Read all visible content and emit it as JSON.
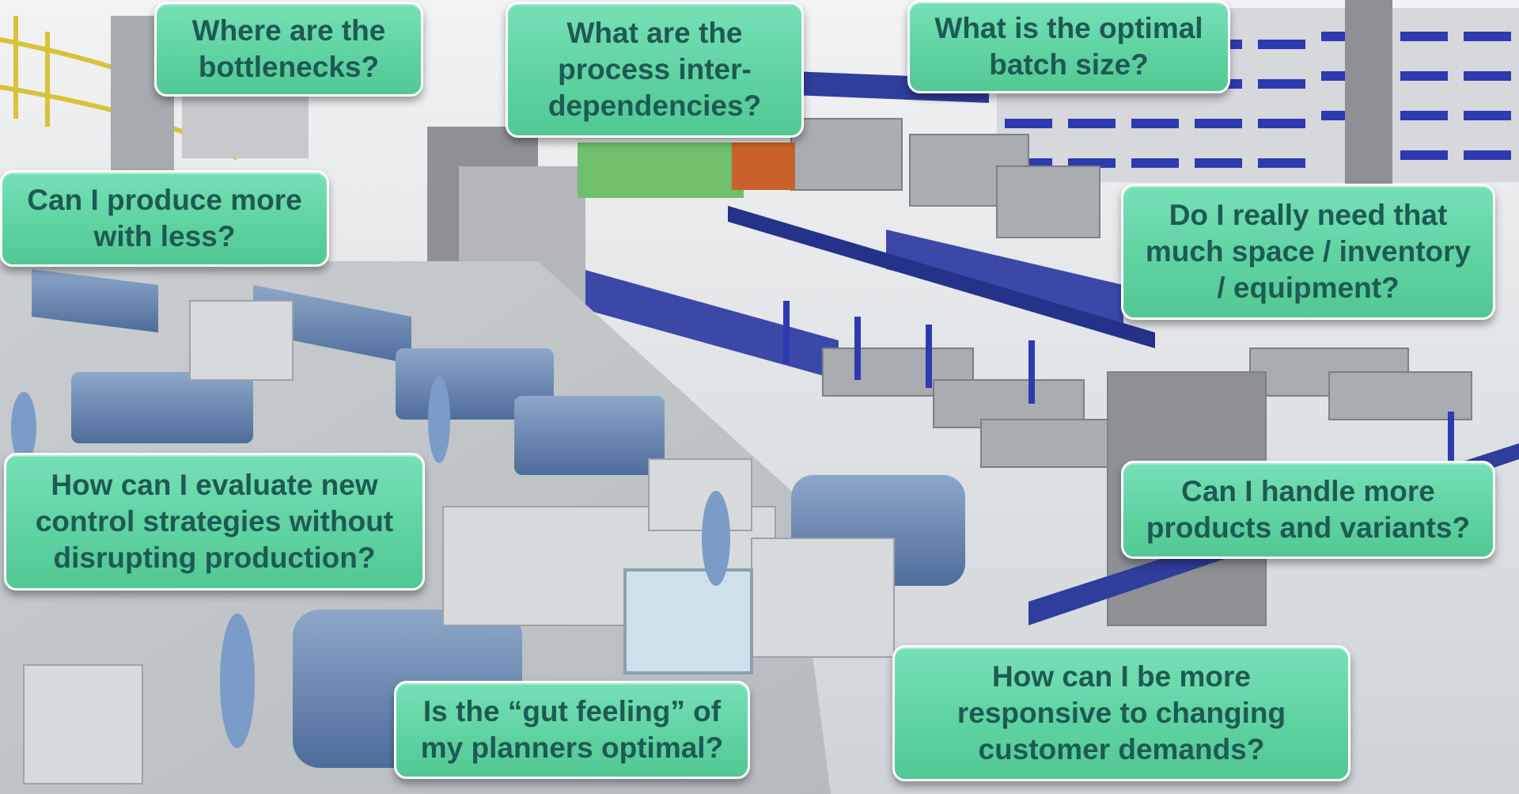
{
  "questions": {
    "bottlenecks": "Where are the\nbottlenecks?",
    "interdependencies": "What are the\nprocess inter-\ndependencies?",
    "batch_size": "What is the optimal\nbatch size?",
    "produce_more": "Can I produce more\nwith less?",
    "space_inventory": "Do I really need that\nmuch space / inventory\n/ equipment?",
    "control_strategies": "How can I evaluate new\ncontrol strategies without\ndisrupting production?",
    "products_variants": "Can I handle more\nproducts and variants?",
    "responsive": "How can I be more\nresponsive to changing\ncustomer demands?",
    "gut_feeling": "Is the “gut feeling” of\nmy planners optimal?"
  },
  "colors": {
    "bubble_fill": "#5fd3a2",
    "bubble_text": "#1e5a53",
    "bubble_border": "#ffffff",
    "machine_blue": "#2f3d9c",
    "machine_grey": "#8d8f93",
    "floor": "#d9dcdf"
  }
}
